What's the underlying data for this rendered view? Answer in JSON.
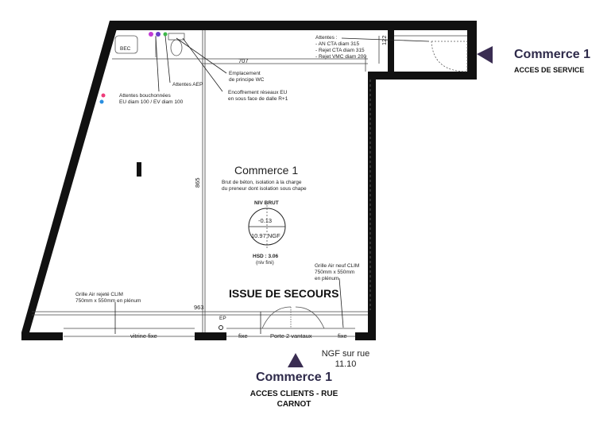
{
  "dimensions": {
    "width_707": "707",
    "height_122": "122",
    "height_865": "865",
    "width_963": "963"
  },
  "labels": {
    "bec": "BEC",
    "attentes_title": "Attentes :",
    "attentes_lines": [
      "- AN CTA diam 315",
      "- Rejet CTA diam 315",
      "- Rejet VMC diam 200"
    ],
    "emplacement": [
      "Emplacement",
      "de principe WC"
    ],
    "attentes_bouchonnees": [
      "Attentes bouchonnées",
      "EU diam 100 / EV diam 100"
    ],
    "attentes_aep": "Attentes AEP",
    "encoffrement": [
      "Encoffrement réseaux EU",
      "en sous face de dalle R+1"
    ],
    "room_name": "Commerce 1",
    "room_desc": [
      "Brut de béton, isolation à la charge",
      "du preneur dont isolation sous chape"
    ],
    "niv_brut": "NIV BRUT",
    "level_top": "-0.13",
    "level_bottom": "10.97 NGF",
    "hsd": [
      "HSD : 3.06",
      "(niv fini)"
    ],
    "grille_neuf": [
      "Grille Air neuf CLIM",
      "750mm x 550mm",
      "en plénum"
    ],
    "grille_rejete": [
      "Grille Air rejeté CLIM",
      "750mm x 550mm en plénum"
    ],
    "issue_secours": "ISSUE DE SECOURS",
    "ep": "EP",
    "vitrine_fixe": "vitrine fixe",
    "fixe_left": "fixe",
    "porte_2_vantaux": "Porte 2 vantaux",
    "fixe_right": "fixe",
    "ngf_rue": [
      "NGF sur rue",
      "11.10"
    ]
  },
  "callouts": {
    "service": {
      "title": "Commerce 1",
      "subtitle": "ACCES DE SERVICE"
    },
    "clients": {
      "title": "Commerce 1",
      "subtitle_lines": [
        "ACCES CLIENTS - RUE",
        "CARNOT"
      ]
    }
  },
  "colors": {
    "wall": "#111111",
    "marker": "#3a2d52",
    "dot_magenta": "#c23bd4",
    "dot_purple": "#6a3cc9",
    "dot_green": "#3db84a",
    "dot_blue": "#2a8fe0",
    "dot_pink": "#ee3c7a"
  }
}
